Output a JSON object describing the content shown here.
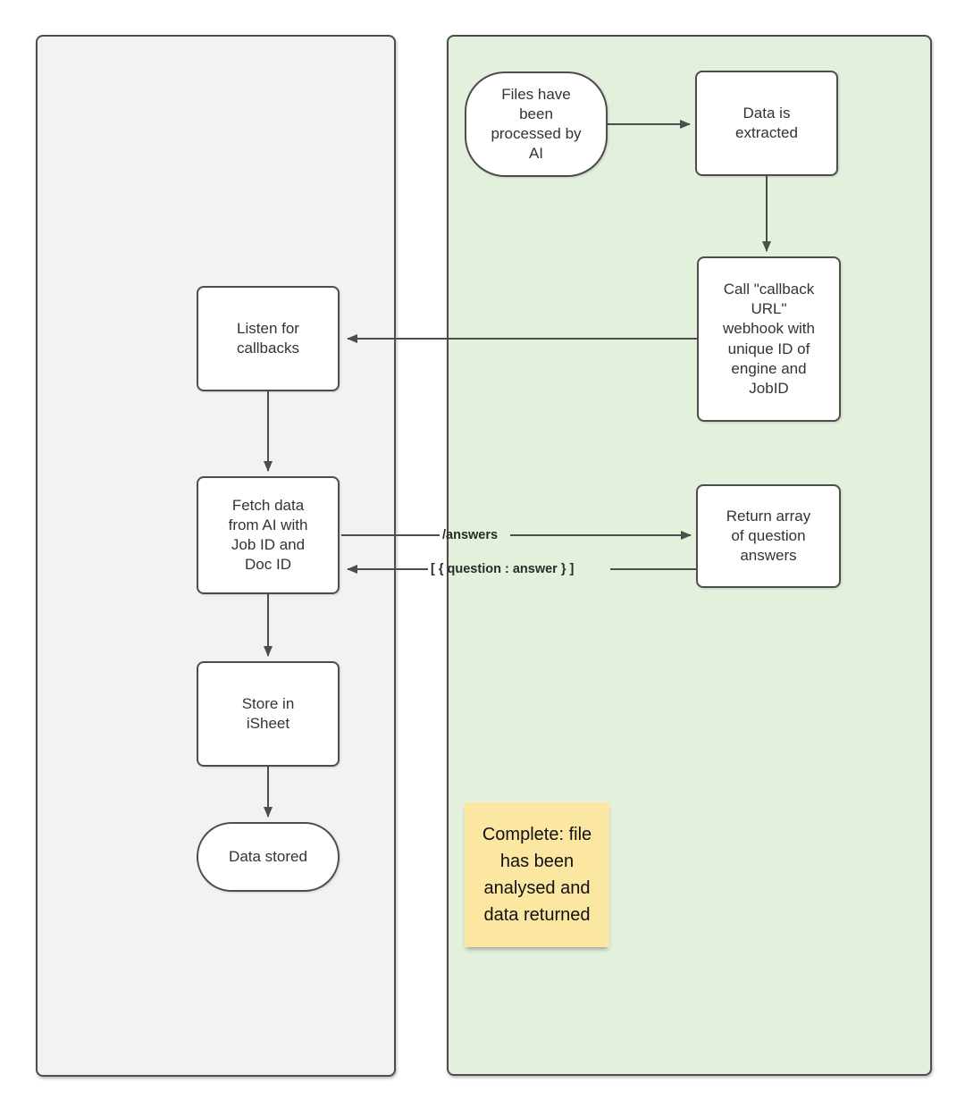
{
  "diagram": {
    "lanes": [
      {
        "id": "lane-left",
        "title": ""
      },
      {
        "id": "lane-right",
        "title": ""
      }
    ],
    "nodes": {
      "files_processed": {
        "type": "terminator",
        "label": "Files have\nbeen\nprocessed by\nAI"
      },
      "data_extracted": {
        "type": "process",
        "label": "Data is\nextracted"
      },
      "call_callback": {
        "type": "process",
        "label": "Call \"callback\nURL\"\nwebhook with\nunique ID of\nengine and\nJobID"
      },
      "listen_callbacks": {
        "type": "process",
        "label": "Listen for\ncallbacks"
      },
      "fetch_data": {
        "type": "process",
        "label": "Fetch data\nfrom AI with\nJob ID and\nDoc ID"
      },
      "return_array": {
        "type": "process",
        "label": "Return array\nof question\nanswers"
      },
      "store_isheet": {
        "type": "process",
        "label": "Store in\niSheet"
      },
      "data_stored": {
        "type": "terminator",
        "label": "Data stored"
      },
      "note": {
        "type": "sticky-note",
        "label": "Complete: file\nhas been\nanalysed and\ndata returned"
      }
    },
    "edge_labels": {
      "answers": "/answers",
      "question_answer": "[ { question : answer } ]"
    },
    "colors": {
      "lane_left_fill": "#F2F2F2",
      "lane_right_fill": "#E3F0DC",
      "node_fill": "#FFFFFF",
      "stroke": "#4D4D4D",
      "text": "#333333",
      "note_fill": "#FBE6A2",
      "note_text": "#111111"
    }
  }
}
